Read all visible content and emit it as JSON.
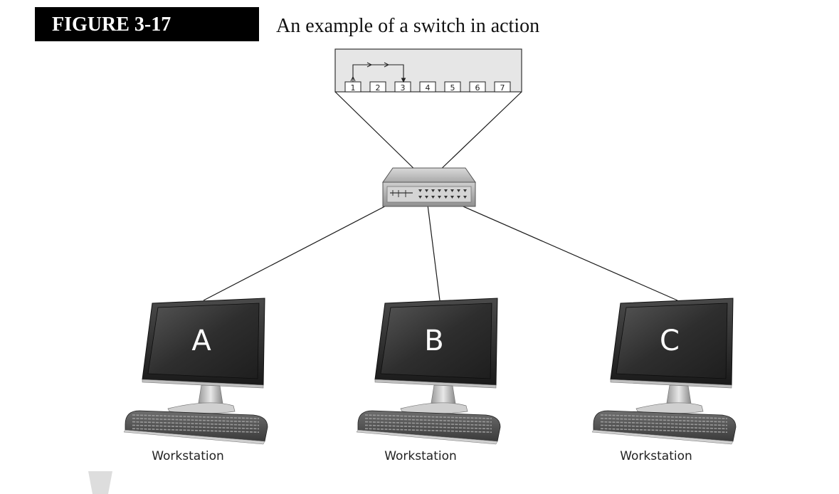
{
  "figure": {
    "label": "FIGURE 3-17",
    "caption": "An example of a switch in action"
  },
  "switch_detail": {
    "ports": [
      "1",
      "2",
      "3",
      "4",
      "5",
      "6",
      "7"
    ],
    "frame_path": {
      "from_port": "1",
      "to_port": "3"
    }
  },
  "workstations": [
    {
      "screen_label": "A",
      "caption": "Workstation"
    },
    {
      "screen_label": "B",
      "caption": "Workstation"
    },
    {
      "screen_label": "C",
      "caption": "Workstation"
    }
  ],
  "colors": {
    "label_background": "#000000",
    "label_text": "#ffffff",
    "detail_panel": "#e6e6e6",
    "screen": "#2b2b2b",
    "line": "#1a1a1a"
  }
}
